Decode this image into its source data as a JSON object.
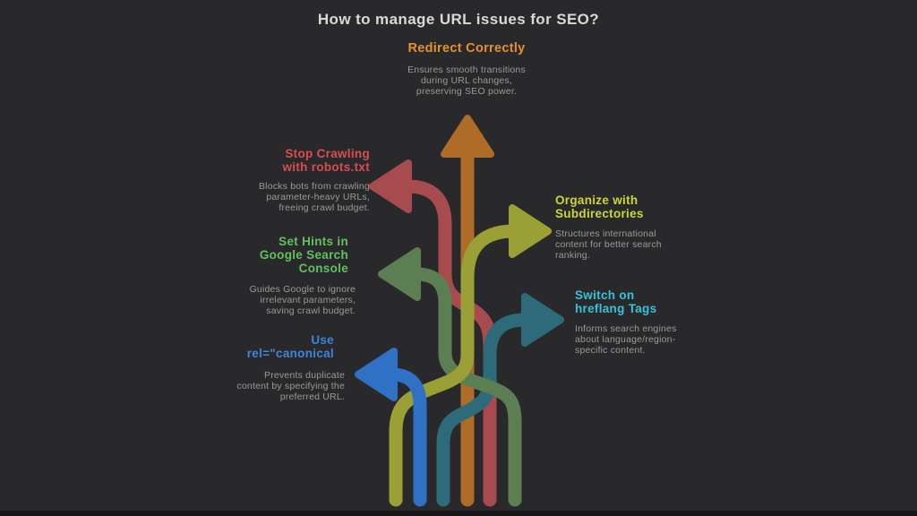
{
  "title": "How to manage URL issues for SEO?",
  "colors": {
    "background": "#29292b",
    "title_text": "#d9d9d9",
    "description_text": "#9a9a9a"
  },
  "items": [
    {
      "id": "redirect-correctly",
      "label": "Redirect Correctly",
      "description": "Ensures smooth transitions\nduring URL changes,\npreserving SEO power.",
      "text_color": "#e5912f",
      "arrow_color": "#ae6c28",
      "direction": "up"
    },
    {
      "id": "stop-crawling-robots",
      "label": "Stop Crawling\nwith robots.txt",
      "description": "Blocks bots from crawling\nparameter-heavy URLs,\nfreeing crawl budget.",
      "text_color": "#d84d50",
      "arrow_color": "#a84b4f",
      "direction": "left"
    },
    {
      "id": "organize-subdirectories",
      "label": "Organize with\nSubdirectories",
      "description": "Structures international\ncontent for better search\nranking.",
      "text_color": "#ccd72f",
      "arrow_color": "#9aa036",
      "direction": "right"
    },
    {
      "id": "set-hints-google-search-console",
      "label": "Set Hints in\nGoogle Search\nConsole",
      "description": "Guides Google to ignore\nirrelevant parameters,\nsaving crawl budget.",
      "text_color": "#61c05f",
      "arrow_color": "#5c7e53",
      "direction": "left"
    },
    {
      "id": "switch-hreflang-tags",
      "label": "Switch on\nhreflang Tags",
      "description": "Informs search engines\nabout language/region-\nspecific content.",
      "text_color": "#33c3da",
      "arrow_color": "#2e6b7a",
      "direction": "right"
    },
    {
      "id": "use-rel-canonical",
      "label": "Use\nrel=\"canonical",
      "description": "Prevents duplicate\ncontent by specifying the\npreferred URL.",
      "text_color": "#3f84dd",
      "arrow_color": "#2e71c5",
      "direction": "left"
    }
  ]
}
